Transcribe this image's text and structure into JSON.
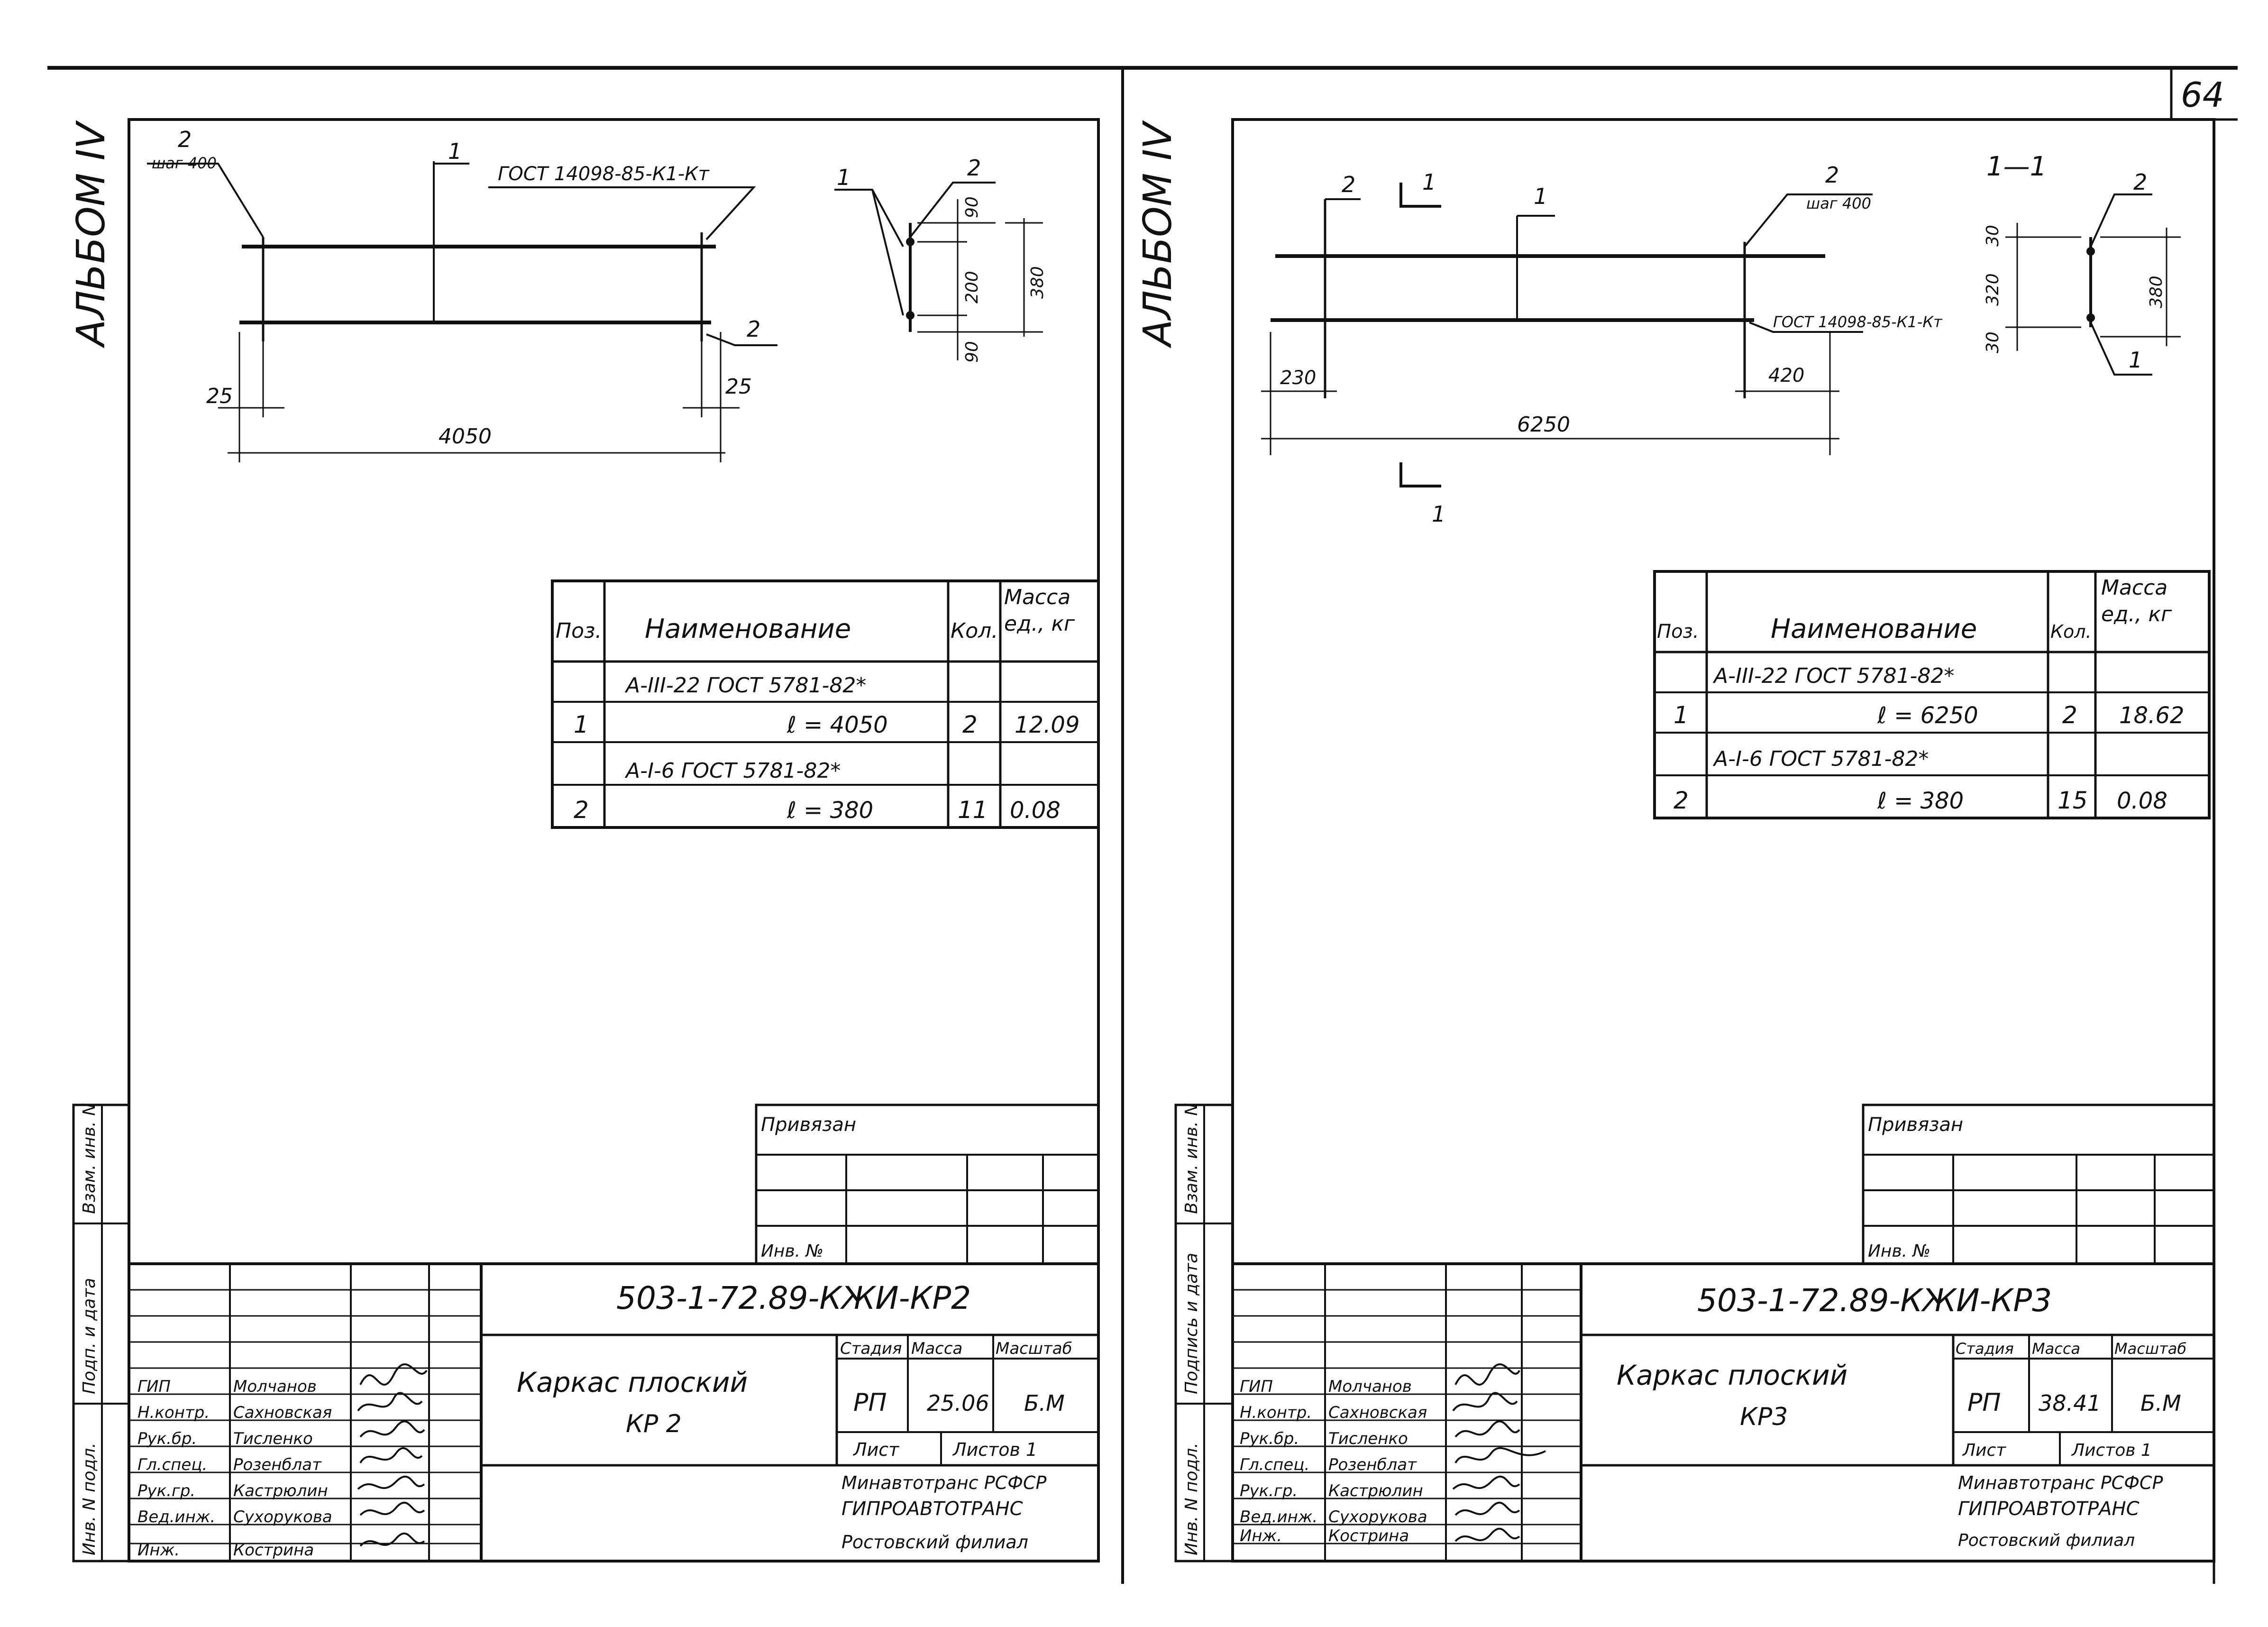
{
  "page_number": "64",
  "sheets": [
    {
      "album_label": "АЛЬБОМ IV",
      "drawing": {
        "gost": "ГОСТ 14098-85-К1-Кт",
        "label_pos1": "1",
        "label_pos2_top": "2",
        "step": "шаг 400",
        "label_pos2_right": "2",
        "dim_left": "25",
        "dim_right": "25",
        "dim_total": "4050",
        "sec_label_1": "1",
        "sec_label_2": "2",
        "sec_dim_top": "90",
        "sec_dim_mid": "200",
        "sec_dim_bot": "90",
        "sec_dim_total": "380"
      },
      "spec": {
        "headers": {
          "pos": "Поз.",
          "name": "Наименование",
          "qty": "Кол.",
          "mass": "Масса ед., кг"
        },
        "rows": [
          {
            "pos": "",
            "name": "А-III-22 ГОСТ 5781-82*",
            "qty": "",
            "mass": ""
          },
          {
            "pos": "1",
            "name": "ℓ = 4050",
            "qty": "2",
            "mass": "12.09"
          },
          {
            "pos": "",
            "name": "А-I-6 ГОСТ 5781-82*",
            "qty": "",
            "mass": ""
          },
          {
            "pos": "2",
            "name": "ℓ = 380",
            "qty": "11",
            "mass": "0.08"
          }
        ]
      },
      "binding": {
        "title": "Привязан",
        "inv_label": "Инв. №"
      },
      "side_stamp": {
        "inv_podl": "Инв. N подл.",
        "podp_data": "Подп. и дата",
        "vzam_inv": "Взам. инв. N"
      },
      "title_block": {
        "code": "503-1-72.89-КЖИ-КР2",
        "name_line1": "Каркас плоский",
        "name_line2": "КР 2",
        "col_stage": "Стадия",
        "col_mass": "Масса",
        "col_scale": "Масштаб",
        "stage": "РП",
        "mass": "25.06",
        "scale": "Б.М",
        "sheet": "Лист",
        "sheets_total": "Листов 1",
        "org_line1": "Минавтотранс РСФСР",
        "org_line2": "ГИПРОАВТОТРАНС",
        "org_line3": "Ростовский филиал",
        "people": [
          {
            "role": "ГИП",
            "name": "Молчанов"
          },
          {
            "role": "Н.контр.",
            "name": "Сахновская"
          },
          {
            "role": "Рук.бр.",
            "name": "Тисленко"
          },
          {
            "role": "Гл.спец.",
            "name": "Розенблат"
          },
          {
            "role": "Рук.гр.",
            "name": "Кастрюлин"
          },
          {
            "role": "Вед.инж.",
            "name": "Сухорукова"
          },
          {
            "role": "Инж.",
            "name": "Кострина"
          }
        ]
      }
    },
    {
      "album_label": "АЛЬБОМ IV",
      "drawing": {
        "gost": "ГОСТ 14098-85-К1-Кт",
        "label_pos1": "1",
        "label_pos2_left": "2",
        "label_pos2": "2",
        "step": "шаг 400",
        "section_mark": "1",
        "section_mark_bottom": "1",
        "dim_left": "230",
        "dim_right": "420",
        "dim_total": "6250",
        "section_title": "1—1",
        "sec_label_2": "2",
        "sec_label_1": "1",
        "sec_dim_top": "30",
        "sec_dim_mid": "320",
        "sec_dim_bot": "30",
        "sec_dim_total": "380"
      },
      "spec": {
        "headers": {
          "pos": "Поз.",
          "name": "Наименование",
          "qty": "Кол.",
          "mass": "Масса ед., кг"
        },
        "rows": [
          {
            "pos": "",
            "name": "А-III-22 ГОСТ 5781-82*",
            "qty": "",
            "mass": ""
          },
          {
            "pos": "1",
            "name": "ℓ = 6250",
            "qty": "2",
            "mass": "18.62"
          },
          {
            "pos": "",
            "name": "А-I-6 ГОСТ 5781-82*",
            "qty": "",
            "mass": ""
          },
          {
            "pos": "2",
            "name": "ℓ = 380",
            "qty": "15",
            "mass": "0.08"
          }
        ]
      },
      "binding": {
        "title": "Привязан",
        "inv_label": "Инв. №"
      },
      "side_stamp": {
        "inv_podl": "Инв. N подл.",
        "podp_data": "Подпись и дата",
        "vzam_inv": "Взам. инв. N"
      },
      "title_block": {
        "code": "503-1-72.89-КЖИ-КР3",
        "name_line1": "Каркас плоский",
        "name_line2": "КР3",
        "col_stage": "Стадия",
        "col_mass": "Масса",
        "col_scale": "Масштаб",
        "stage": "РП",
        "mass": "38.41",
        "scale": "Б.М",
        "sheet": "Лист",
        "sheets_total": "Листов 1",
        "org_line1": "Минавтотранс РСФСР",
        "org_line2": "ГИПРОАВТОТРАНС",
        "org_line3": "Ростовский филиал",
        "people": [
          {
            "role": "ГИП",
            "name": "Молчанов"
          },
          {
            "role": "Н.контр.",
            "name": "Сахновская"
          },
          {
            "role": "Рук.бр.",
            "name": "Тисленко"
          },
          {
            "role": "Гл.спец.",
            "name": "Розенблат"
          },
          {
            "role": "Рук.гр.",
            "name": "Кастрюлин"
          },
          {
            "role": "Вед.инж.",
            "name": "Сухорукова"
          },
          {
            "role": "Инж.",
            "name": "Кострина"
          }
        ]
      }
    }
  ]
}
